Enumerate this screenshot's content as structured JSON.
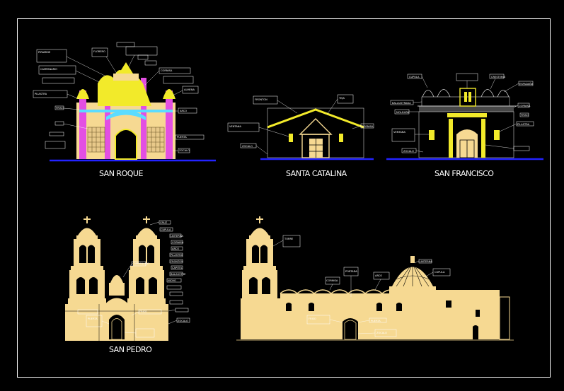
{
  "drawings": [
    {
      "id": "san-roque",
      "title": "SAN ROQUE",
      "labels": [
        "PIRAMIDE",
        "FLORERO",
        "CAMPANARIO",
        "CORNISA",
        "PILASTRA",
        "ARCO",
        "ALMENA",
        "FRISO",
        "PUERTA",
        "ZOCALO"
      ]
    },
    {
      "id": "santa-catalina",
      "title": "SANTA CATALINA",
      "labels": [
        "FRONTON",
        "TEJA",
        "VENTANA",
        "CORNISA",
        "ZOCALO"
      ]
    },
    {
      "id": "san-francisco",
      "title": "SAN  FRANCISCO",
      "labels": [
        "CUPULA",
        "ESPADAÑA",
        "CRESTERIA",
        "BALAUSTRADA",
        "CORNISA",
        "MOLDURA",
        "VENTANA",
        "FRISO",
        "PILASTRA",
        "ZOCALO"
      ]
    },
    {
      "id": "san-pedro",
      "title": "SAN PEDRO",
      "labels": [
        "CRUZ",
        "CUPULA",
        "LINTERNA",
        "CAMPANARIO",
        "CORNISA",
        "ARCO",
        "PILASTRA",
        "FRONTON",
        "CAPITEL",
        "BALAUSTRE",
        "NICHO",
        "FRISO",
        "PUERTA",
        "ZOCALO"
      ]
    },
    {
      "id": "side-elevation",
      "title": "",
      "labels": [
        "TORRE",
        "CUPULA",
        "LINTERNA",
        "CORNISA",
        "PORTADA",
        "ARCO",
        "FRISO",
        "PUERTA",
        "ZOCALO"
      ]
    }
  ],
  "colors": {
    "background": "#000000",
    "frame": "#ffffff",
    "facade": "#f6d992",
    "highlight": "#f2ea2a",
    "accent": "#e34fe3",
    "cyan": "#5bdcff",
    "ground": "#2323ff"
  }
}
